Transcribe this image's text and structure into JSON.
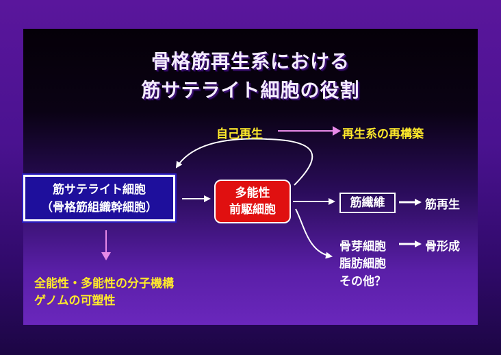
{
  "title": {
    "line1": "骨格筋再生系における",
    "line2": "筋サテライト細胞の役割"
  },
  "self_renewal": {
    "label": "自己再生",
    "target": "再生系の再構築"
  },
  "satellite_cell": {
    "line1": "筋サテライト細胞",
    "line2": "（骨格筋組織幹細胞）"
  },
  "progenitor": {
    "line1": "多能性",
    "line2": "前駆細胞"
  },
  "muscle_fiber": {
    "label": "筋繊維",
    "result": "筋再生"
  },
  "other_fates": {
    "osteoblast": "骨芽細胞",
    "osteoblast_result": "骨形成",
    "adipocyte": "脂肪細胞",
    "others": "その他？"
  },
  "mechanism": {
    "line1": "全能性・多能性の分子機構",
    "line2": "ゲノムの可塑性"
  },
  "colors": {
    "accent_yellow": "#ffea2a",
    "pink_arrow": "#e88ae8",
    "progenitor_red": "#e01010",
    "satellite_blue": "#1e0f9c"
  }
}
